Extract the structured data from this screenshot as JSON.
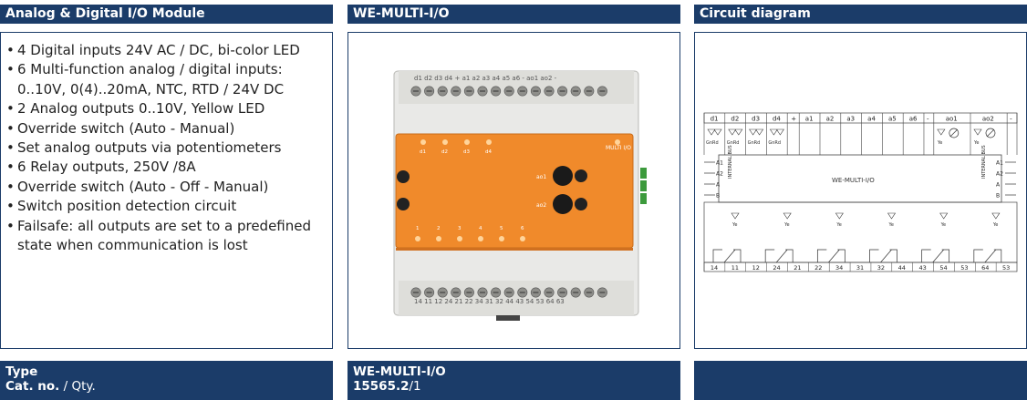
{
  "headers": {
    "left": "Analog & Digital I/O Module",
    "middle": "WE-MULTI-I/O",
    "right": "Circuit diagram"
  },
  "features": [
    "4 Digital inputs 24V AC / DC, bi-color LED",
    "6 Multi-function analog / digital inputs:",
    "0..10V, 0(4)..20mA, NTC, RTD / 24V DC",
    "2 Analog outputs 0..10V, Yellow LED",
    "Override switch (Auto - Manual)",
    "Set analog outputs via potentiometers",
    "6 Relay outputs, 250V /8A",
    "Override switch (Auto - Off - Manual)",
    "Switch position detection circuit",
    "Failsafe: all outputs are set to a predefined",
    "state when communication is lost"
  ],
  "feature_bullets": [
    true,
    true,
    false,
    true,
    true,
    true,
    true,
    true,
    true,
    true,
    false
  ],
  "footer": {
    "type_label": "Type",
    "catno_label": "Cat. no.",
    "qty_label": " / Qty.",
    "type_value": "WE-MULTI-I/O",
    "catno_value": "15565.2",
    "qty_value": "/1"
  },
  "device": {
    "top_terminals": "d1 d2 d3 d4 + a1 a2 a3 a4 a5 a6 - ao1 ao2 -",
    "bottom_terminals": "14 11 12 24 21 22 34 31 32 44 43 54 53 64 63",
    "din_leds": [
      "d1",
      "d2",
      "d3",
      "d4"
    ],
    "relay_leds": [
      "1",
      "2",
      "3",
      "4",
      "5",
      "6"
    ],
    "ao_labels": [
      "ao1",
      "ao2"
    ],
    "brand": "MULTI I/O"
  },
  "diagram": {
    "top_labels": [
      "d1",
      "d2",
      "d3",
      "d4",
      "+",
      "a1",
      "a2",
      "a3",
      "a4",
      "a5",
      "a6",
      "-",
      "ao1",
      "ao2",
      "-"
    ],
    "module_name": "WE-MULTI-I/O",
    "bus_left": [
      "A1",
      "A2",
      "A",
      "B"
    ],
    "bus_right": [
      "A1",
      "A2",
      "A",
      "B"
    ],
    "bus_label": "INTERNAL BUS",
    "led_gnrd": "GnRd",
    "led_ye": "Ye",
    "bottom_labels": [
      "14",
      "11",
      "12",
      "24",
      "21",
      "22",
      "34",
      "31",
      "32",
      "44",
      "43",
      "54",
      "53",
      "64",
      "53"
    ]
  }
}
